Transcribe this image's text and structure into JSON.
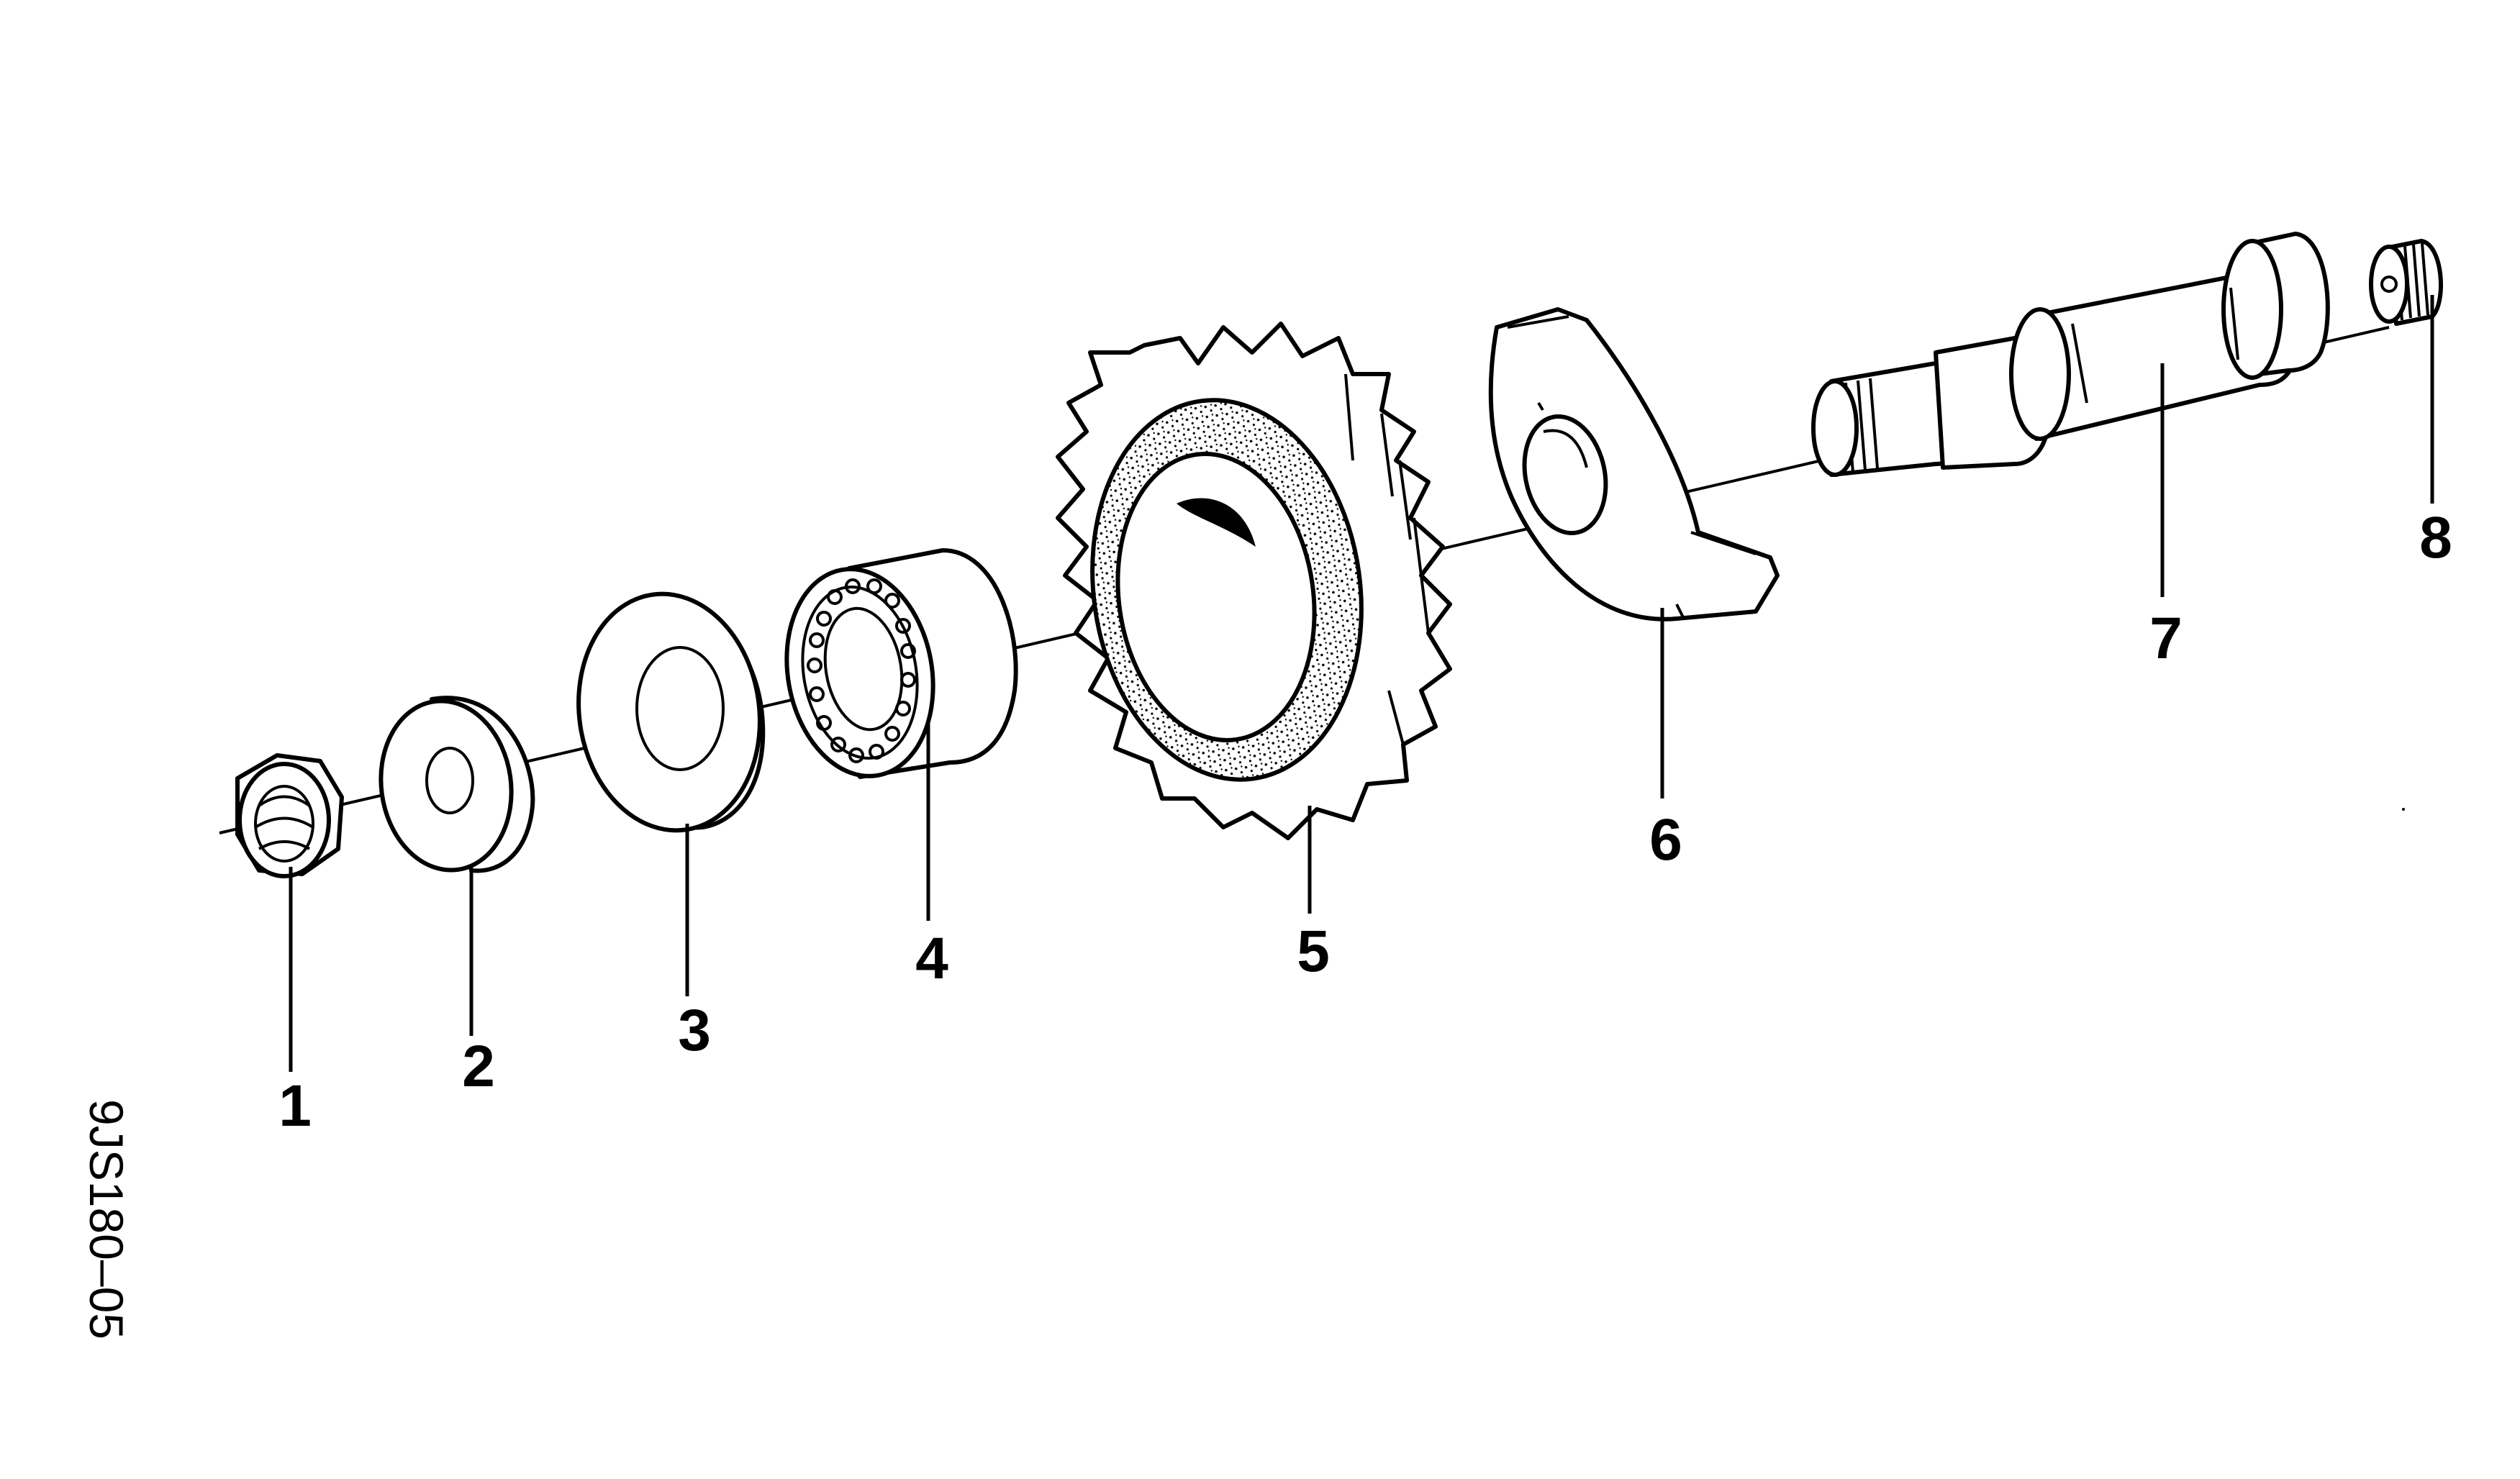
{
  "callouts": [
    {
      "label": "1"
    },
    {
      "label": "2"
    },
    {
      "label": "3"
    },
    {
      "label": "4"
    },
    {
      "label": "5"
    },
    {
      "label": "6"
    },
    {
      "label": "7"
    },
    {
      "label": "8"
    }
  ],
  "drawing_code": "9JS180–05",
  "colors": {
    "ink": "#000000",
    "paper": "#ffffff"
  }
}
